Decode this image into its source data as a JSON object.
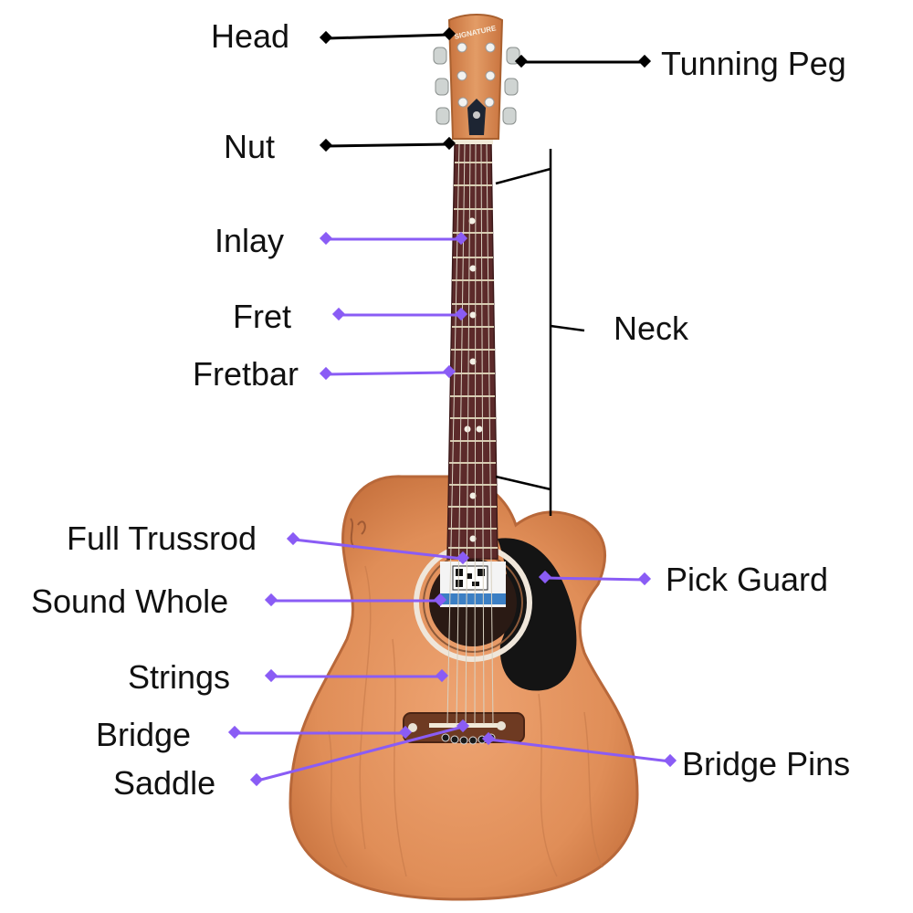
{
  "colors": {
    "leader_black": "#000000",
    "leader_purple": "#8a5cf5",
    "label_text": "#111111",
    "body_wood": "#e49a62",
    "body_wood_dark": "#c7744a",
    "fretboard": "#6b2f2f",
    "pickguard": "#141414",
    "headstock": "#d98a55"
  },
  "headstock_brand": "SIGNATURE",
  "labels": {
    "head": "Head",
    "tunning_peg": "Tunning Peg",
    "nut": "Nut",
    "inlay": "Inlay",
    "fret": "Fret",
    "fretbar": "Fretbar",
    "neck": "Neck",
    "full_trussrod": "Full Trussrod",
    "sound_whole": "Sound Whole",
    "pick_guard": "Pick Guard",
    "strings": "Strings",
    "bridge": "Bridge",
    "saddle": "Saddle",
    "bridge_pins": "Bridge Pins"
  }
}
